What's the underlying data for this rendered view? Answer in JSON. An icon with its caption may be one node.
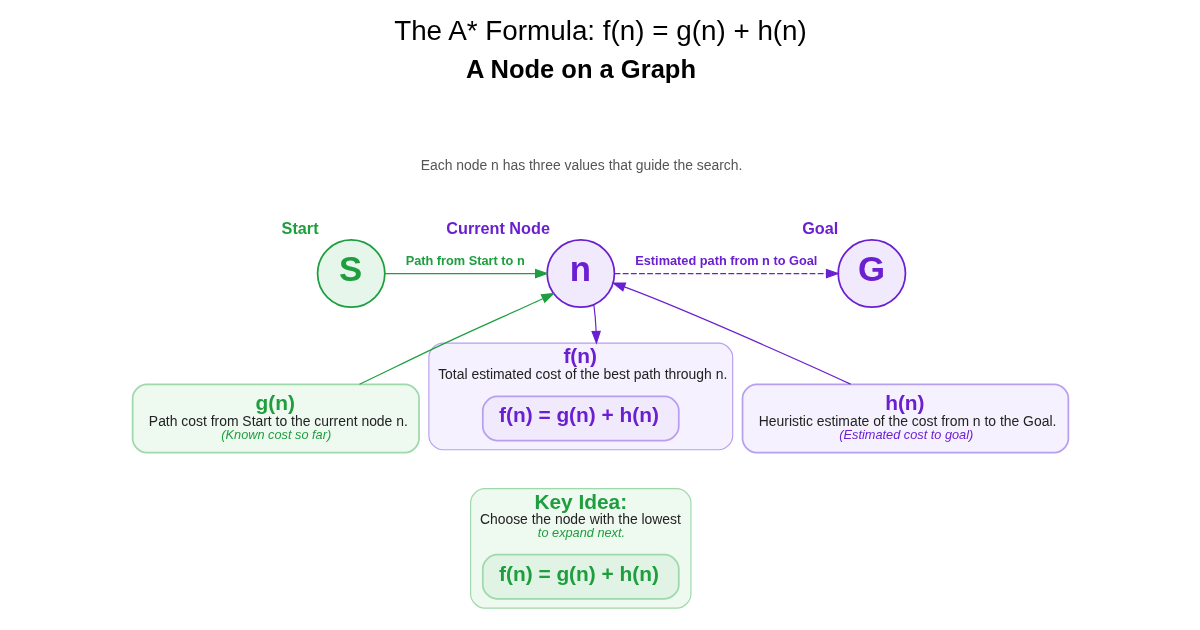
{
  "diagram": {
    "title": "The A* Formula: f(n) = g(n) + h(n)",
    "nodes": [
      {
        "text": [
          "S"
        ],
        "beside": [
          "Start"
        ]
      },
      {
        "text": [
          "n"
        ],
        "beside": [
          "Current Node"
        ]
      },
      {
        "text": [
          "G"
        ],
        "beside": [
          "Goal"
        ]
      },
      {
        "text": [
          "g(n)",
          "Path cost from Start to the current node n.",
          "(Known cost so far)"
        ]
      },
      {
        "text": [
          "f(n)",
          "Total estimated cost of the best path through n."
        ]
      },
      {
        "text": [
          "f(n) = g(n) + h(n)"
        ],
        "in": 4
      },
      {
        "text": [
          "h(n)",
          "Heuristic estimate of the cost from n to the Goal.",
          "(Estimated cost to goal)"
        ]
      },
      {
        "text": [
          "Key Idea:",
          "Choose the node with the lowest",
          "to expand next."
        ]
      },
      {
        "text": [
          "f(n) = g(n) + h(n)"
        ],
        "in": 7
      }
    ],
    "edges": [
      {
        "from": 0,
        "to": 1,
        "arrow": "to",
        "label": "Path from Start to n",
        "color": "#1e9e3e"
      },
      {
        "from": 1,
        "to": 2,
        "arrow": "to",
        "label": "Estimated path from n to Goal",
        "style": "dashed",
        "color": "#6a1fd1"
      },
      {
        "from": 3,
        "to": 1,
        "arrow": "to",
        "color": "#1e9e3e"
      },
      {
        "from": 1,
        "to": 4,
        "arrow": "to",
        "color": "#6a1fd1"
      },
      {
        "from": 6,
        "to": 1,
        "arrow": "to",
        "color": "#6a1fd1"
      }
    ],
    "labels": [
      "A Node on a Graph",
      "Each node n has three values that guide the search."
    ]
  }
}
